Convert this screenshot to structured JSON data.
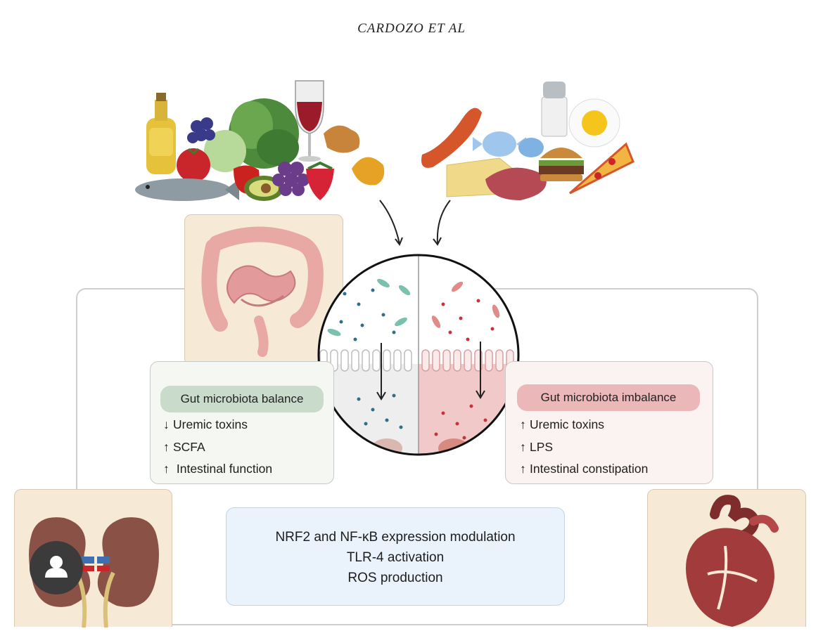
{
  "header": {
    "title": "CARDOZO ET AL"
  },
  "boxes": {
    "balance": {
      "title": "Gut microbiota balance",
      "items": [
        {
          "arrow": "↓",
          "text": "Uremic toxins"
        },
        {
          "arrow": "↑",
          "text": "SCFA"
        },
        {
          "arrow": "↑",
          "text": " Intestinal function"
        }
      ]
    },
    "imbalance": {
      "title": "Gut microbiota imbalance",
      "items": [
        {
          "arrow": "↑",
          "text": "Uremic toxins"
        },
        {
          "arrow": "↑",
          "text": "LPS"
        },
        {
          "arrow": "↑",
          "text": "Intestinal constipation"
        }
      ]
    }
  },
  "mechanisms": {
    "lines": [
      "NRF2 and NF-κB expression modulation",
      "TLR-4 activation",
      "ROS production"
    ]
  },
  "icons": {
    "healthy_food": "healthy-food-illustration",
    "unhealthy_food": "unhealthy-food-illustration",
    "intestine": "intestine-icon",
    "gut_circle": "gut-microbiota-circle",
    "kidneys": "kidneys-icon",
    "heart": "heart-icon",
    "user": "user-icon"
  },
  "colors": {
    "balance_pill": "#c9dccb",
    "imbalance_pill": "#ecb7b8",
    "mechanism_box": "#eaf2fb",
    "panel": "#f6ead6"
  }
}
